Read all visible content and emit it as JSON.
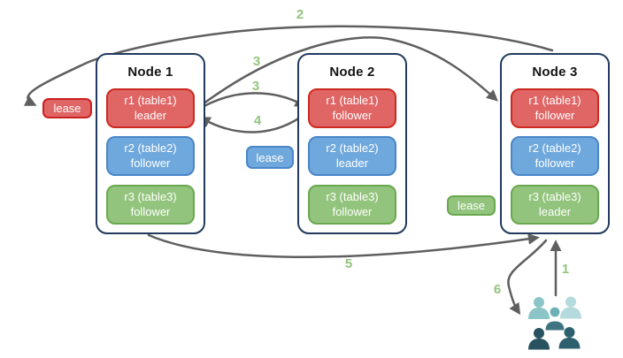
{
  "diagram": {
    "description": "Per-table replica leadership with leases across three nodes",
    "colors": {
      "red_fill": "#e06666",
      "red_border": "#cc2a1f",
      "blue_fill": "#6fa8dc",
      "blue_border": "#4a86c8",
      "green_fill": "#93c47d",
      "green_border": "#6aa84f",
      "node_border": "#22395f",
      "arrow": "#5f5f5f",
      "step_label": "#93c47d"
    },
    "icons": {
      "clients": "users-group-icon"
    }
  },
  "nodes": [
    {
      "title": "Node 1",
      "replicas": [
        {
          "name": "r1 (table1)",
          "role": "leader",
          "color": "red"
        },
        {
          "name": "r2 (table2)",
          "role": "follower",
          "color": "blue"
        },
        {
          "name": "r3 (table3)",
          "role": "follower",
          "color": "green"
        }
      ]
    },
    {
      "title": "Node 2",
      "replicas": [
        {
          "name": "r1 (table1)",
          "role": "follower",
          "color": "red"
        },
        {
          "name": "r2 (table2)",
          "role": "leader",
          "color": "blue"
        },
        {
          "name": "r3 (table3)",
          "role": "follower",
          "color": "green"
        }
      ]
    },
    {
      "title": "Node 3",
      "replicas": [
        {
          "name": "r1 (table1)",
          "role": "follower",
          "color": "red"
        },
        {
          "name": "r2 (table2)",
          "role": "follower",
          "color": "blue"
        },
        {
          "name": "r3 (table3)",
          "role": "leader",
          "color": "green"
        }
      ]
    }
  ],
  "leases": [
    {
      "label": "lease",
      "color": "red"
    },
    {
      "label": "lease",
      "color": "blue"
    },
    {
      "label": "lease",
      "color": "green"
    }
  ],
  "steps": {
    "s1": "1",
    "s2": "2",
    "s3a": "3",
    "s3b": "3",
    "s4": "4",
    "s5": "5",
    "s6": "6"
  }
}
